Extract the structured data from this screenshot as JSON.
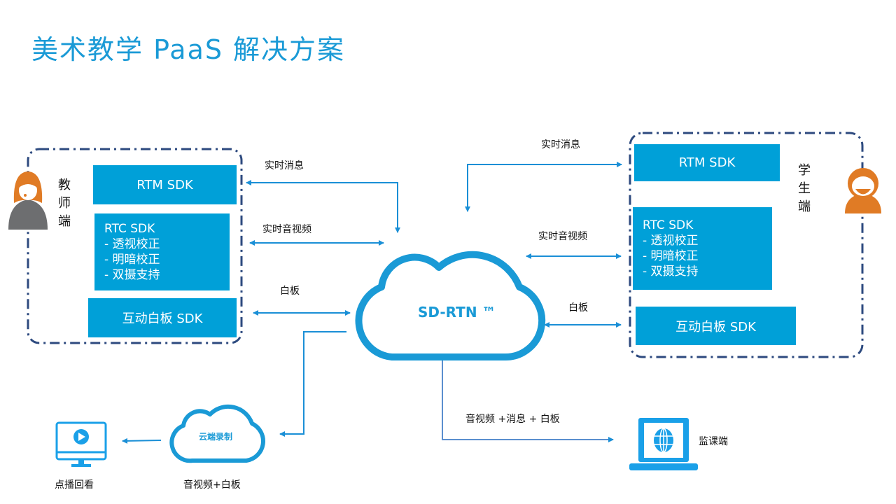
{
  "title": "美术教学 PaaS 解决方案",
  "colors": {
    "accent": "#1a9ad6",
    "box": "#00a0d8",
    "dash": "#2d4a7f",
    "orange": "#e07b25",
    "gray": "#6d6e70"
  },
  "teacher": {
    "label": "教师端",
    "rtm": "RTM SDK",
    "rtc": {
      "title": "RTC SDK",
      "features": [
        "- 透视校正",
        "- 明暗校正",
        "- 双摄支持"
      ]
    },
    "whiteboard": "互动白板 SDK"
  },
  "student": {
    "label": "学生端",
    "rtm": "RTM SDK",
    "rtc": {
      "title": "RTC SDK",
      "features": [
        "- 透视校正",
        "- 明暗校正",
        "- 双摄支持"
      ]
    },
    "whiteboard": "互动白板 SDK"
  },
  "links": {
    "teacher_msg": "实时消息",
    "teacher_av": "实时音视频",
    "teacher_wb": "白板",
    "student_msg": "实时消息",
    "student_av": "实时音视频",
    "student_wb": "白板",
    "monitor_stream": "音视频 +消息 + 白板"
  },
  "network": {
    "label": "SD-RTN ™"
  },
  "recording": {
    "label": "云端录制",
    "caption": "音视频+白板"
  },
  "playback": {
    "label": "点播回看",
    "icon": "play-monitor-icon"
  },
  "monitor": {
    "label": "监课端",
    "icon": "laptop-globe-icon"
  }
}
